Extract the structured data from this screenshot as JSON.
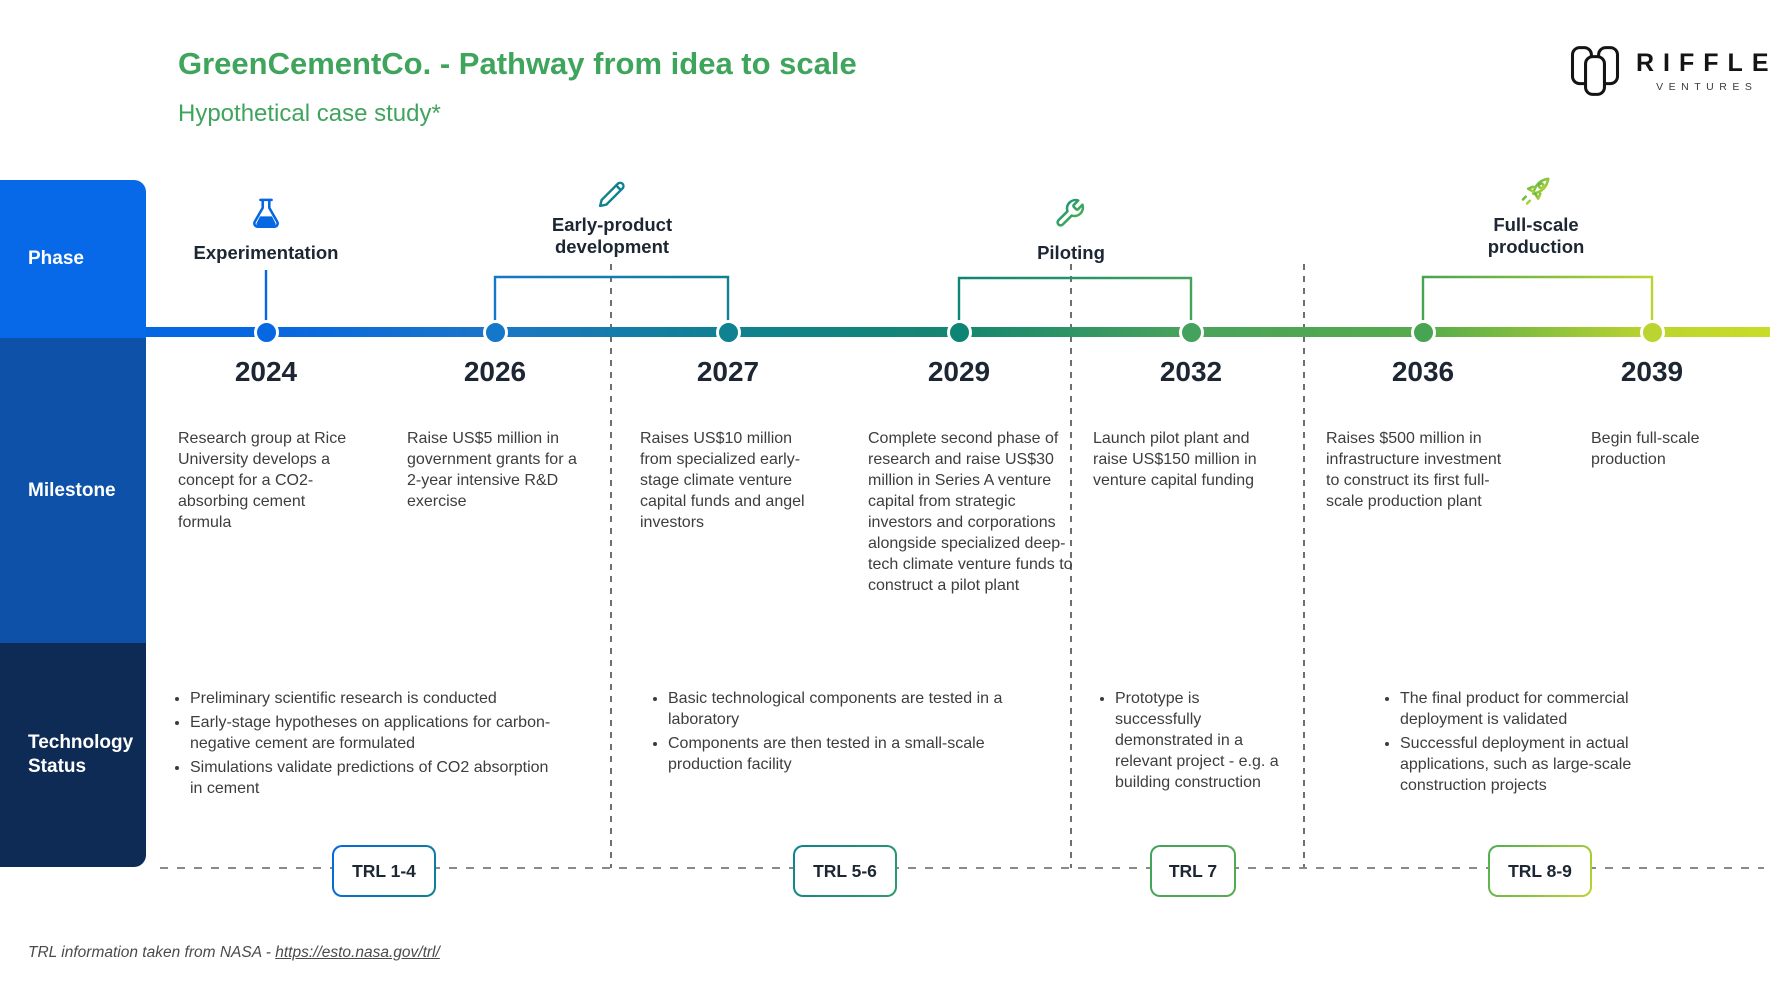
{
  "header": {
    "title": "GreenCementCo. - Pathway from idea to scale",
    "subtitle": "Hypothetical case study*",
    "title_color": "#3FA45C"
  },
  "logo": {
    "brand": "RIFFLE",
    "sub_brand": "VENTURES"
  },
  "sidebar": {
    "phase_label": "Phase",
    "milestone_label": "Milestone",
    "tech_label": "Technology Status",
    "phase_color": "#0768E8",
    "milestone_color": "#0D52A8",
    "tech_color": "#0E2B55"
  },
  "phases": [
    {
      "label": "Experimentation",
      "icon": "flask-icon",
      "color": "#0667E2"
    },
    {
      "label": "Early-product development",
      "icon": "pencil-icon",
      "color": "#0F8191"
    },
    {
      "label": "Piloting",
      "icon": "wrench-icon",
      "color": "#2E9B5B"
    },
    {
      "label": "Full-scale production",
      "icon": "rocket-icon",
      "color": "#8CC63F"
    }
  ],
  "timeline": {
    "entries": [
      {
        "year": "2024",
        "dot_color": "#0667E2",
        "milestone": "Research group at Rice University develops a concept for a CO2-absorbing cement formula"
      },
      {
        "year": "2026",
        "dot_color": "#1577C9",
        "milestone": "Raise US$5 million in government grants for a 2-year intensive R&D exercise"
      },
      {
        "year": "2027",
        "dot_color": "#0F8191",
        "milestone": "Raises US$10 million from specialized early-stage climate venture capital funds and angel investors"
      },
      {
        "year": "2029",
        "dot_color": "#0E8573",
        "milestone": "Complete second phase of research and raise US$30 million in Series A venture capital from strategic investors and corporations alongside specialized deep-tech climate venture funds to construct a pilot plant"
      },
      {
        "year": "2032",
        "dot_color": "#44A25D",
        "milestone": "Launch pilot plant and raise US$150 million in venture capital funding"
      },
      {
        "year": "2036",
        "dot_color": "#47A452",
        "milestone": "Raises $500 million in infrastructure investment to construct its first full-scale production plant"
      },
      {
        "year": "2039",
        "dot_color": "#BCD42F",
        "milestone": "Begin full-scale production"
      }
    ]
  },
  "technology_status": {
    "columns": [
      {
        "bullets": [
          "Preliminary scientific research is conducted",
          "Early-stage hypotheses on applications for carbon-negative cement are formulated",
          "Simulations validate predictions of CO2 absorption in cement"
        ]
      },
      {
        "bullets": [
          "Basic technological components are tested in a laboratory",
          "Components are then tested in a small-scale production facility"
        ]
      },
      {
        "bullets": [
          "Prototype is successfully demonstrated in a relevant project - e.g. a building construction"
        ]
      },
      {
        "bullets": [
          "The final product for commercial deployment is validated",
          "Successful deployment in actual applications, such as large-scale construction projects"
        ]
      }
    ]
  },
  "trl": {
    "badges": [
      {
        "label": "TRL 1-4",
        "border_from": "#0667E2",
        "border_to": "#0F8191"
      },
      {
        "label": "TRL 5-6",
        "border_from": "#0F8191",
        "border_to": "#2E9B6B"
      },
      {
        "label": "TRL 7",
        "border_from": "#3FA45C",
        "border_to": "#57AC4E"
      },
      {
        "label": "TRL 8-9",
        "border_from": "#4CAE52",
        "border_to": "#BCD42F"
      }
    ]
  },
  "footer": {
    "note": "TRL information taken from NASA - ",
    "link": "https://esto.nasa.gov/trl/"
  }
}
